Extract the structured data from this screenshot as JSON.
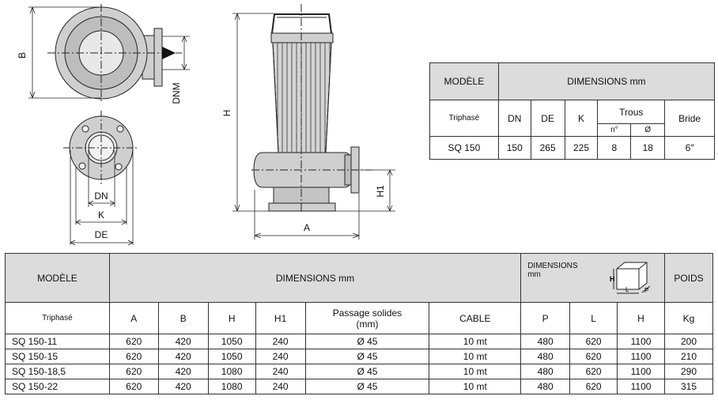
{
  "drawing_labels": {
    "B": "B",
    "DNM": "DNM",
    "DN": "DN",
    "K": "K",
    "DE": "DE",
    "H": "H",
    "H1": "H1",
    "A": "A"
  },
  "table1": {
    "model_header": "MODÈLE",
    "dimensions_header": "DIMENSIONS mm",
    "triphase": "Triphasé",
    "cols": {
      "dn": "DN",
      "de": "DE",
      "k": "K",
      "trous": "Trous",
      "no": "n°",
      "dia": "Ø",
      "bride": "Bride"
    },
    "row": {
      "model": "SQ 150",
      "dn": "150",
      "de": "265",
      "k": "225",
      "no": "8",
      "dia": "18",
      "bride": "6″"
    }
  },
  "table2": {
    "model_header": "MODÈLE",
    "dimensions_header": "DIMENSIONS mm",
    "pack_header": "DIMENSIONS mm",
    "pack_icon_labels": {
      "h": "H",
      "l": "L",
      "p": "P"
    },
    "weight_header": "POIDS",
    "triphase": "Triphasé",
    "cols": {
      "a": "A",
      "b": "B",
      "h": "H",
      "h1": "H1",
      "passage": "Passage solides",
      "passage_unit": "(mm)",
      "cable": "CABLE",
      "p": "P",
      "l": "L",
      "h2": "H",
      "kg": "Kg"
    },
    "rows": [
      {
        "model": "SQ 150-11",
        "a": "620",
        "b": "420",
        "h": "1050",
        "h1": "240",
        "passage": "Ø 45",
        "cable": "10 mt",
        "p": "480",
        "l": "620",
        "h2": "1100",
        "kg": "200"
      },
      {
        "model": "SQ 150-15",
        "a": "620",
        "b": "420",
        "h": "1050",
        "h1": "240",
        "passage": "Ø 45",
        "cable": "10 mt",
        "p": "480",
        "l": "620",
        "h2": "1100",
        "kg": "210"
      },
      {
        "model": "SQ 150-18,5",
        "a": "620",
        "b": "420",
        "h": "1080",
        "h1": "240",
        "passage": "Ø 45",
        "cable": "10 mt",
        "p": "480",
        "l": "620",
        "h2": "1100",
        "kg": "290"
      },
      {
        "model": "SQ 150-22",
        "a": "620",
        "b": "420",
        "h": "1080",
        "h1": "240",
        "passage": "Ø 45",
        "cable": "10 mt",
        "p": "480",
        "l": "620",
        "h2": "1100",
        "kg": "315"
      }
    ]
  }
}
